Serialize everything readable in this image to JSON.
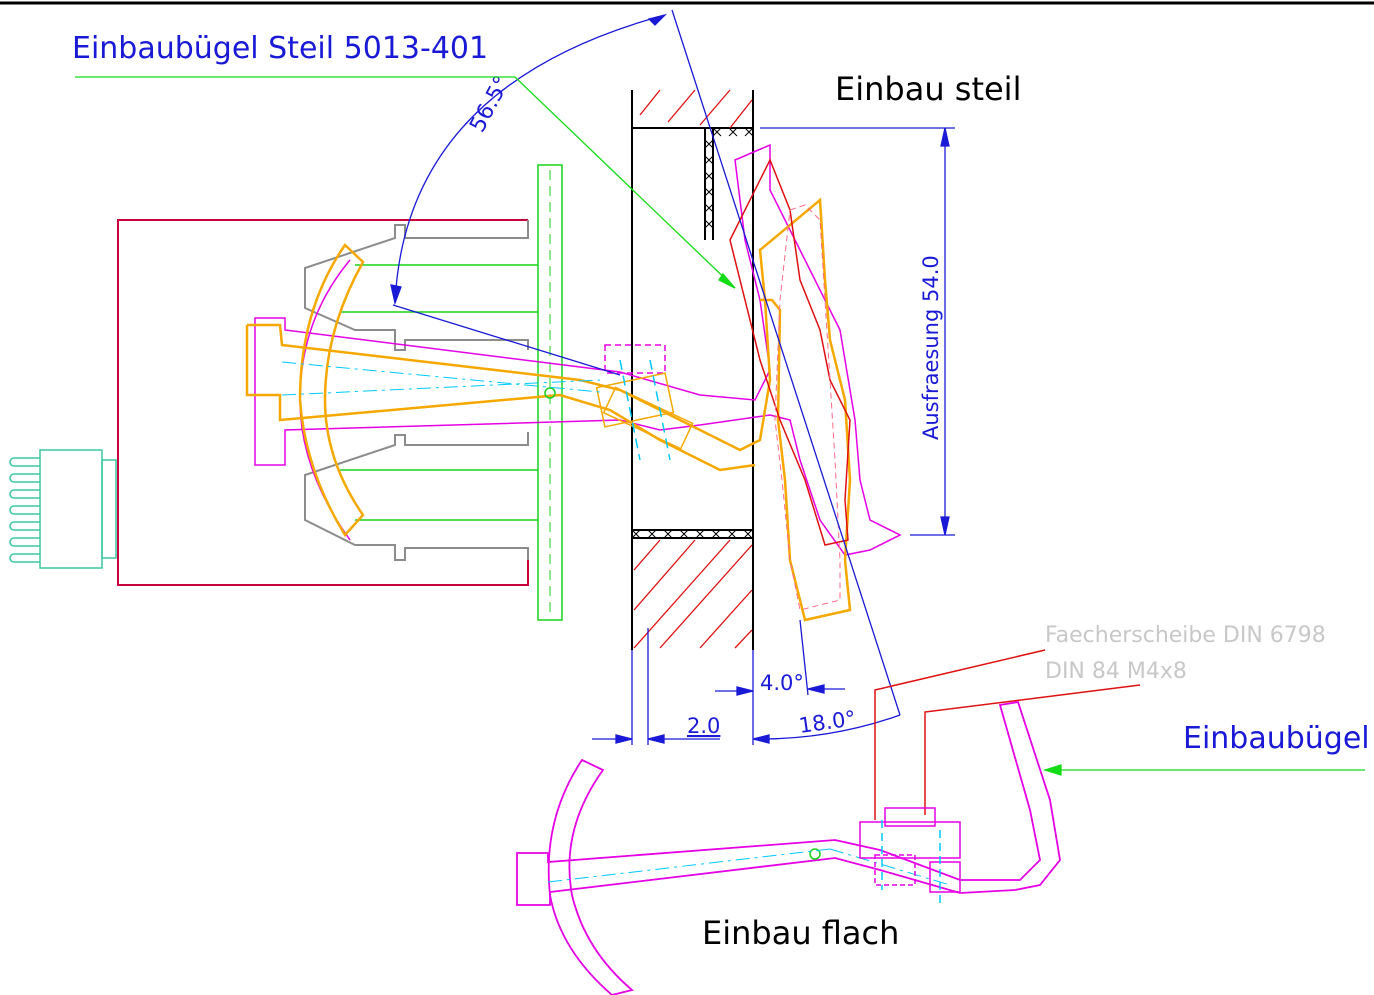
{
  "labels": {
    "callout_bracket_steep": "Einbaubügel Steil 5013-401",
    "title_steep": "Einbau steil",
    "title_flat": "Einbau flach",
    "callout_bracket": "Einbaubügel",
    "callout_washer": "Faecherscheibe DIN 6798",
    "callout_screw": "DIN 84 M4x8"
  },
  "dimensions": {
    "angle_rotation": "56.5°",
    "milling_depth": "Ausfraesung 54.0",
    "gap": "2.0",
    "angle_small": "4.0°",
    "angle_large": "18.0°"
  },
  "colors": {
    "dimension": "#1a1ad6",
    "outline": "#000000",
    "bracket_orange": "#f5a800",
    "bracket_magenta": "#e600e6",
    "housing_red": "#c8003c",
    "panel_green": "#19d219",
    "grey_part": "#8c8c8c",
    "connector_teal": "#3cc8a0",
    "centerline": "#00c8ff",
    "hatch": "#e01010",
    "callout_green": "#14dc14"
  }
}
